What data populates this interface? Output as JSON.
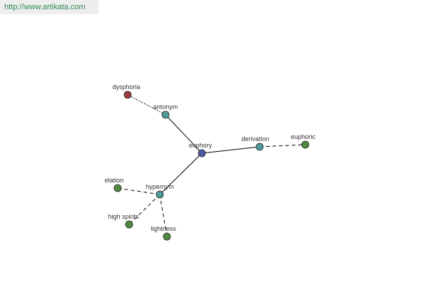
{
  "header": {
    "url": "http://www.artikata.com"
  },
  "colors": {
    "center": "#4b5aa8",
    "relation": "#4f9a9a",
    "word": "#4f8a40",
    "antonym_word": "#9b3a3a",
    "line": "#000000"
  },
  "graph": {
    "nodes": [
      {
        "id": "euphory",
        "label": "euphory",
        "kind": "center"
      },
      {
        "id": "antonym",
        "label": "antonym",
        "kind": "relation"
      },
      {
        "id": "dysphoria",
        "label": "dysphoria",
        "kind": "antonym_word"
      },
      {
        "id": "derivation",
        "label": "derivation",
        "kind": "relation"
      },
      {
        "id": "euphoric",
        "label": "euphoric",
        "kind": "word"
      },
      {
        "id": "hypernym",
        "label": "hypernym",
        "kind": "relation"
      },
      {
        "id": "elation",
        "label": "elation",
        "kind": "word"
      },
      {
        "id": "high_spirits",
        "label": "high spirits",
        "kind": "word"
      },
      {
        "id": "lightness",
        "label": "lightness",
        "kind": "word"
      }
    ],
    "edges": [
      {
        "from": "euphory",
        "to": "antonym",
        "style": "solid"
      },
      {
        "from": "euphory",
        "to": "derivation",
        "style": "solid"
      },
      {
        "from": "euphory",
        "to": "hypernym",
        "style": "solid"
      },
      {
        "from": "antonym",
        "to": "dysphoria",
        "style": "dotted"
      },
      {
        "from": "derivation",
        "to": "euphoric",
        "style": "dashed"
      },
      {
        "from": "hypernym",
        "to": "elation",
        "style": "dashed"
      },
      {
        "from": "hypernym",
        "to": "high_spirits",
        "style": "dashed"
      },
      {
        "from": "hypernym",
        "to": "lightness",
        "style": "dashed"
      }
    ]
  }
}
